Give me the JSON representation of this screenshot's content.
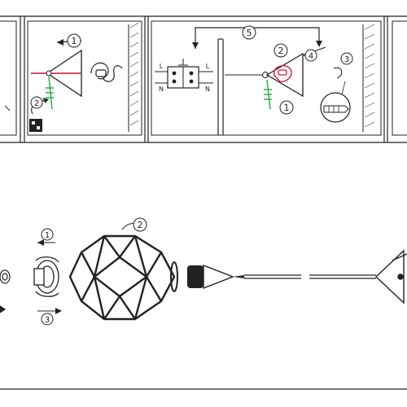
{
  "diagram": {
    "type": "assembly-instructions",
    "colors": {
      "line": "#222222",
      "warning_red": "#d0142c",
      "ok_green": "#22aa3c",
      "wall_hatch": "#777777",
      "background": "#ffffff"
    },
    "panel_a": {
      "steps": [
        {
          "label": "1"
        },
        {
          "label": "2"
        }
      ]
    },
    "panel_b": {
      "steps": [
        {
          "label": "5"
        },
        {
          "label": "2"
        },
        {
          "label": "4"
        },
        {
          "label": "3"
        },
        {
          "label": "1"
        }
      ],
      "terminal_labels_left": [
        "L",
        "N"
      ],
      "terminal_labels_right": [
        "L",
        "N"
      ],
      "ground_symbol": "earth-icon"
    },
    "exploded_view": {
      "steps": [
        {
          "label": "1"
        },
        {
          "label": "2"
        },
        {
          "label": "3"
        }
      ]
    }
  }
}
